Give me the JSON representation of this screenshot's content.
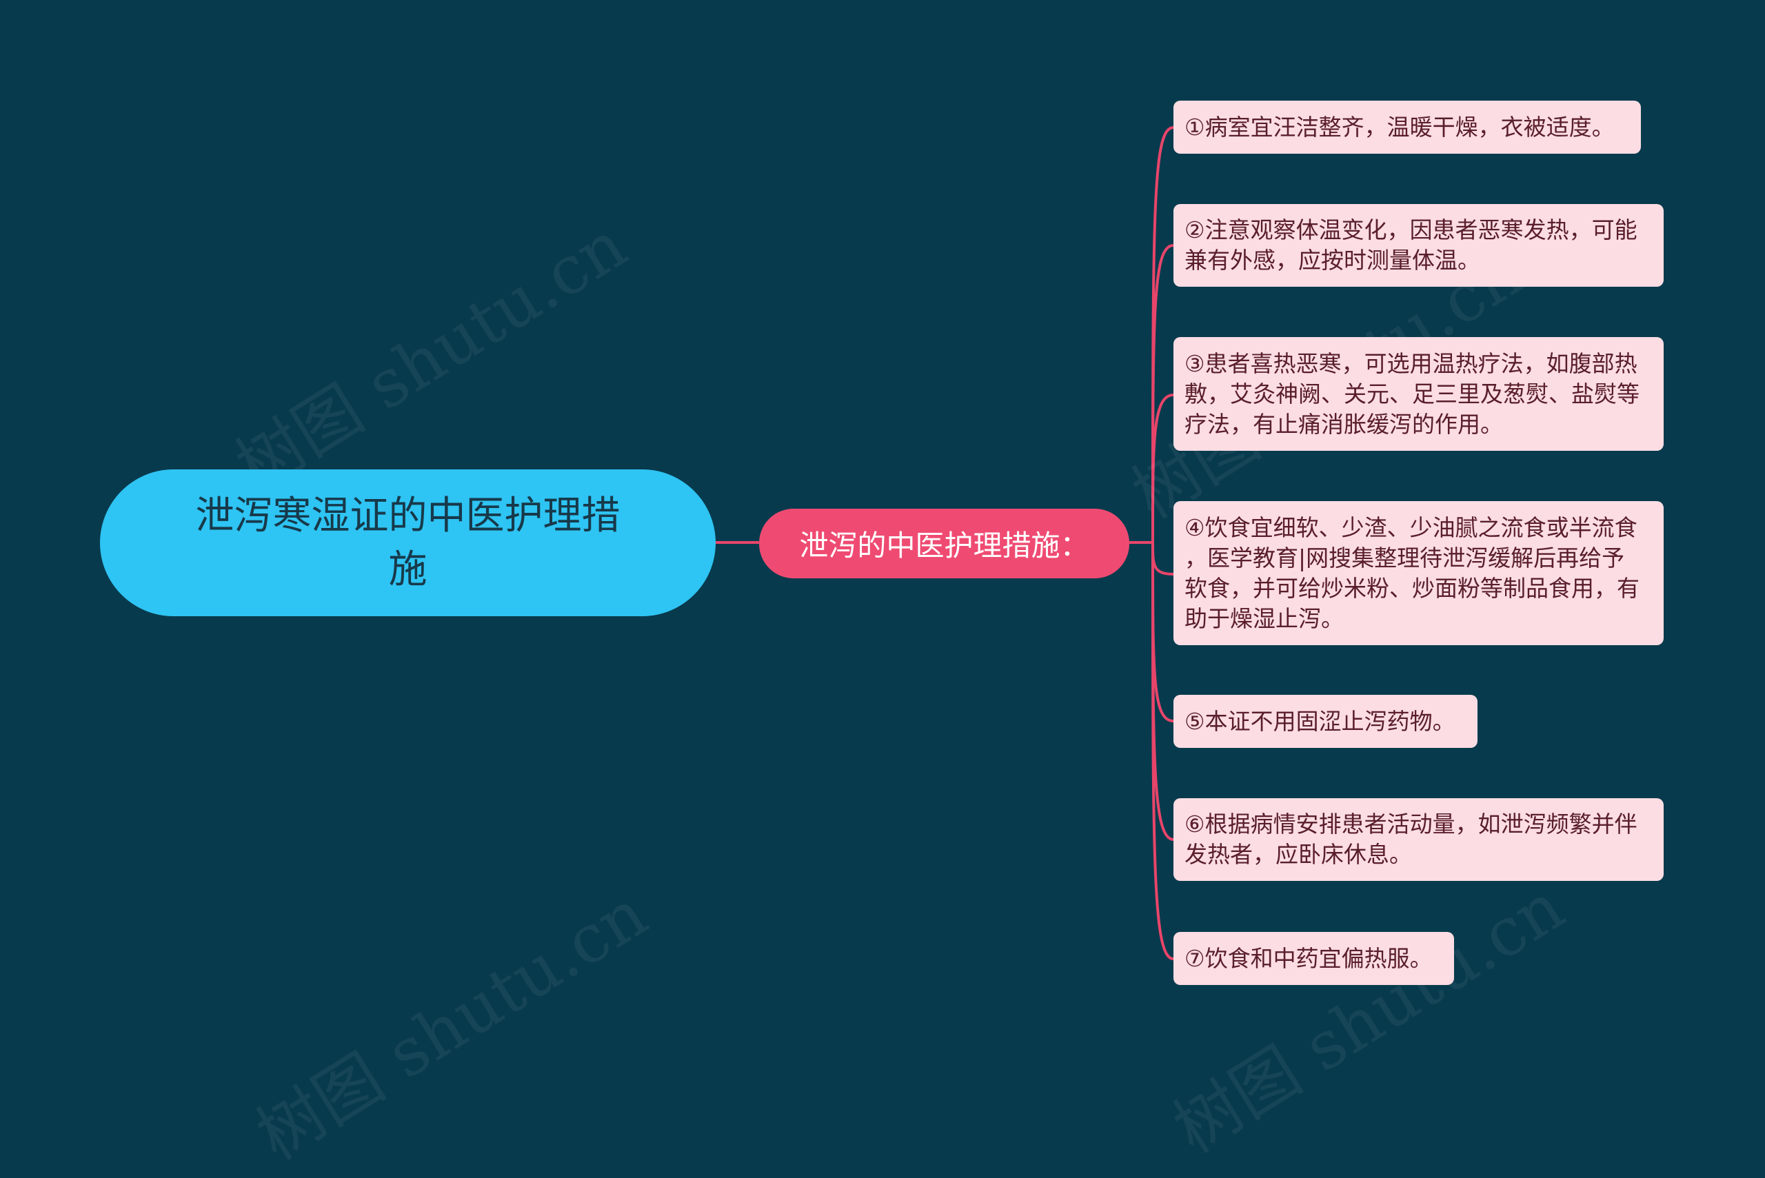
{
  "root": {
    "text": "泄泻寒湿证的中医护理措\n施"
  },
  "branch": {
    "text": "泄泻的中医护理措施："
  },
  "items": [
    "①病室宜汪洁整齐，温暖干燥，衣被适度。",
    "②注意观察体温变化，因患者恶寒发热，可能\n兼有外感，应按时测量体温。",
    "③患者喜热恶寒，可选用温热疗法，如腹部热\n敷，艾灸神阙、关元、足三里及葱熨、盐熨等\n疗法，有止痛消胀缓泻的作用。",
    "④饮食宜细软、少渣、少油腻之流食或半流食\n，医学教育|网搜集整理待泄泻缓解后再给予\n软食，并可给炒米粉、炒面粉等制品食用，有\n助于燥湿止泻。",
    "⑤本证不用固涩止泻药物。",
    "⑥根据病情安排患者活动量，如泄泻频繁并伴\n发热者，应卧床休息。",
    "⑦饮食和中药宜偏热服。"
  ],
  "watermark": "树图 shutu.cn",
  "colors": {
    "background": "#083a4d",
    "root": "#2ec4f3",
    "branch": "#ef4b72",
    "leaf": "#fbdde3",
    "connector": "#e8456a"
  }
}
